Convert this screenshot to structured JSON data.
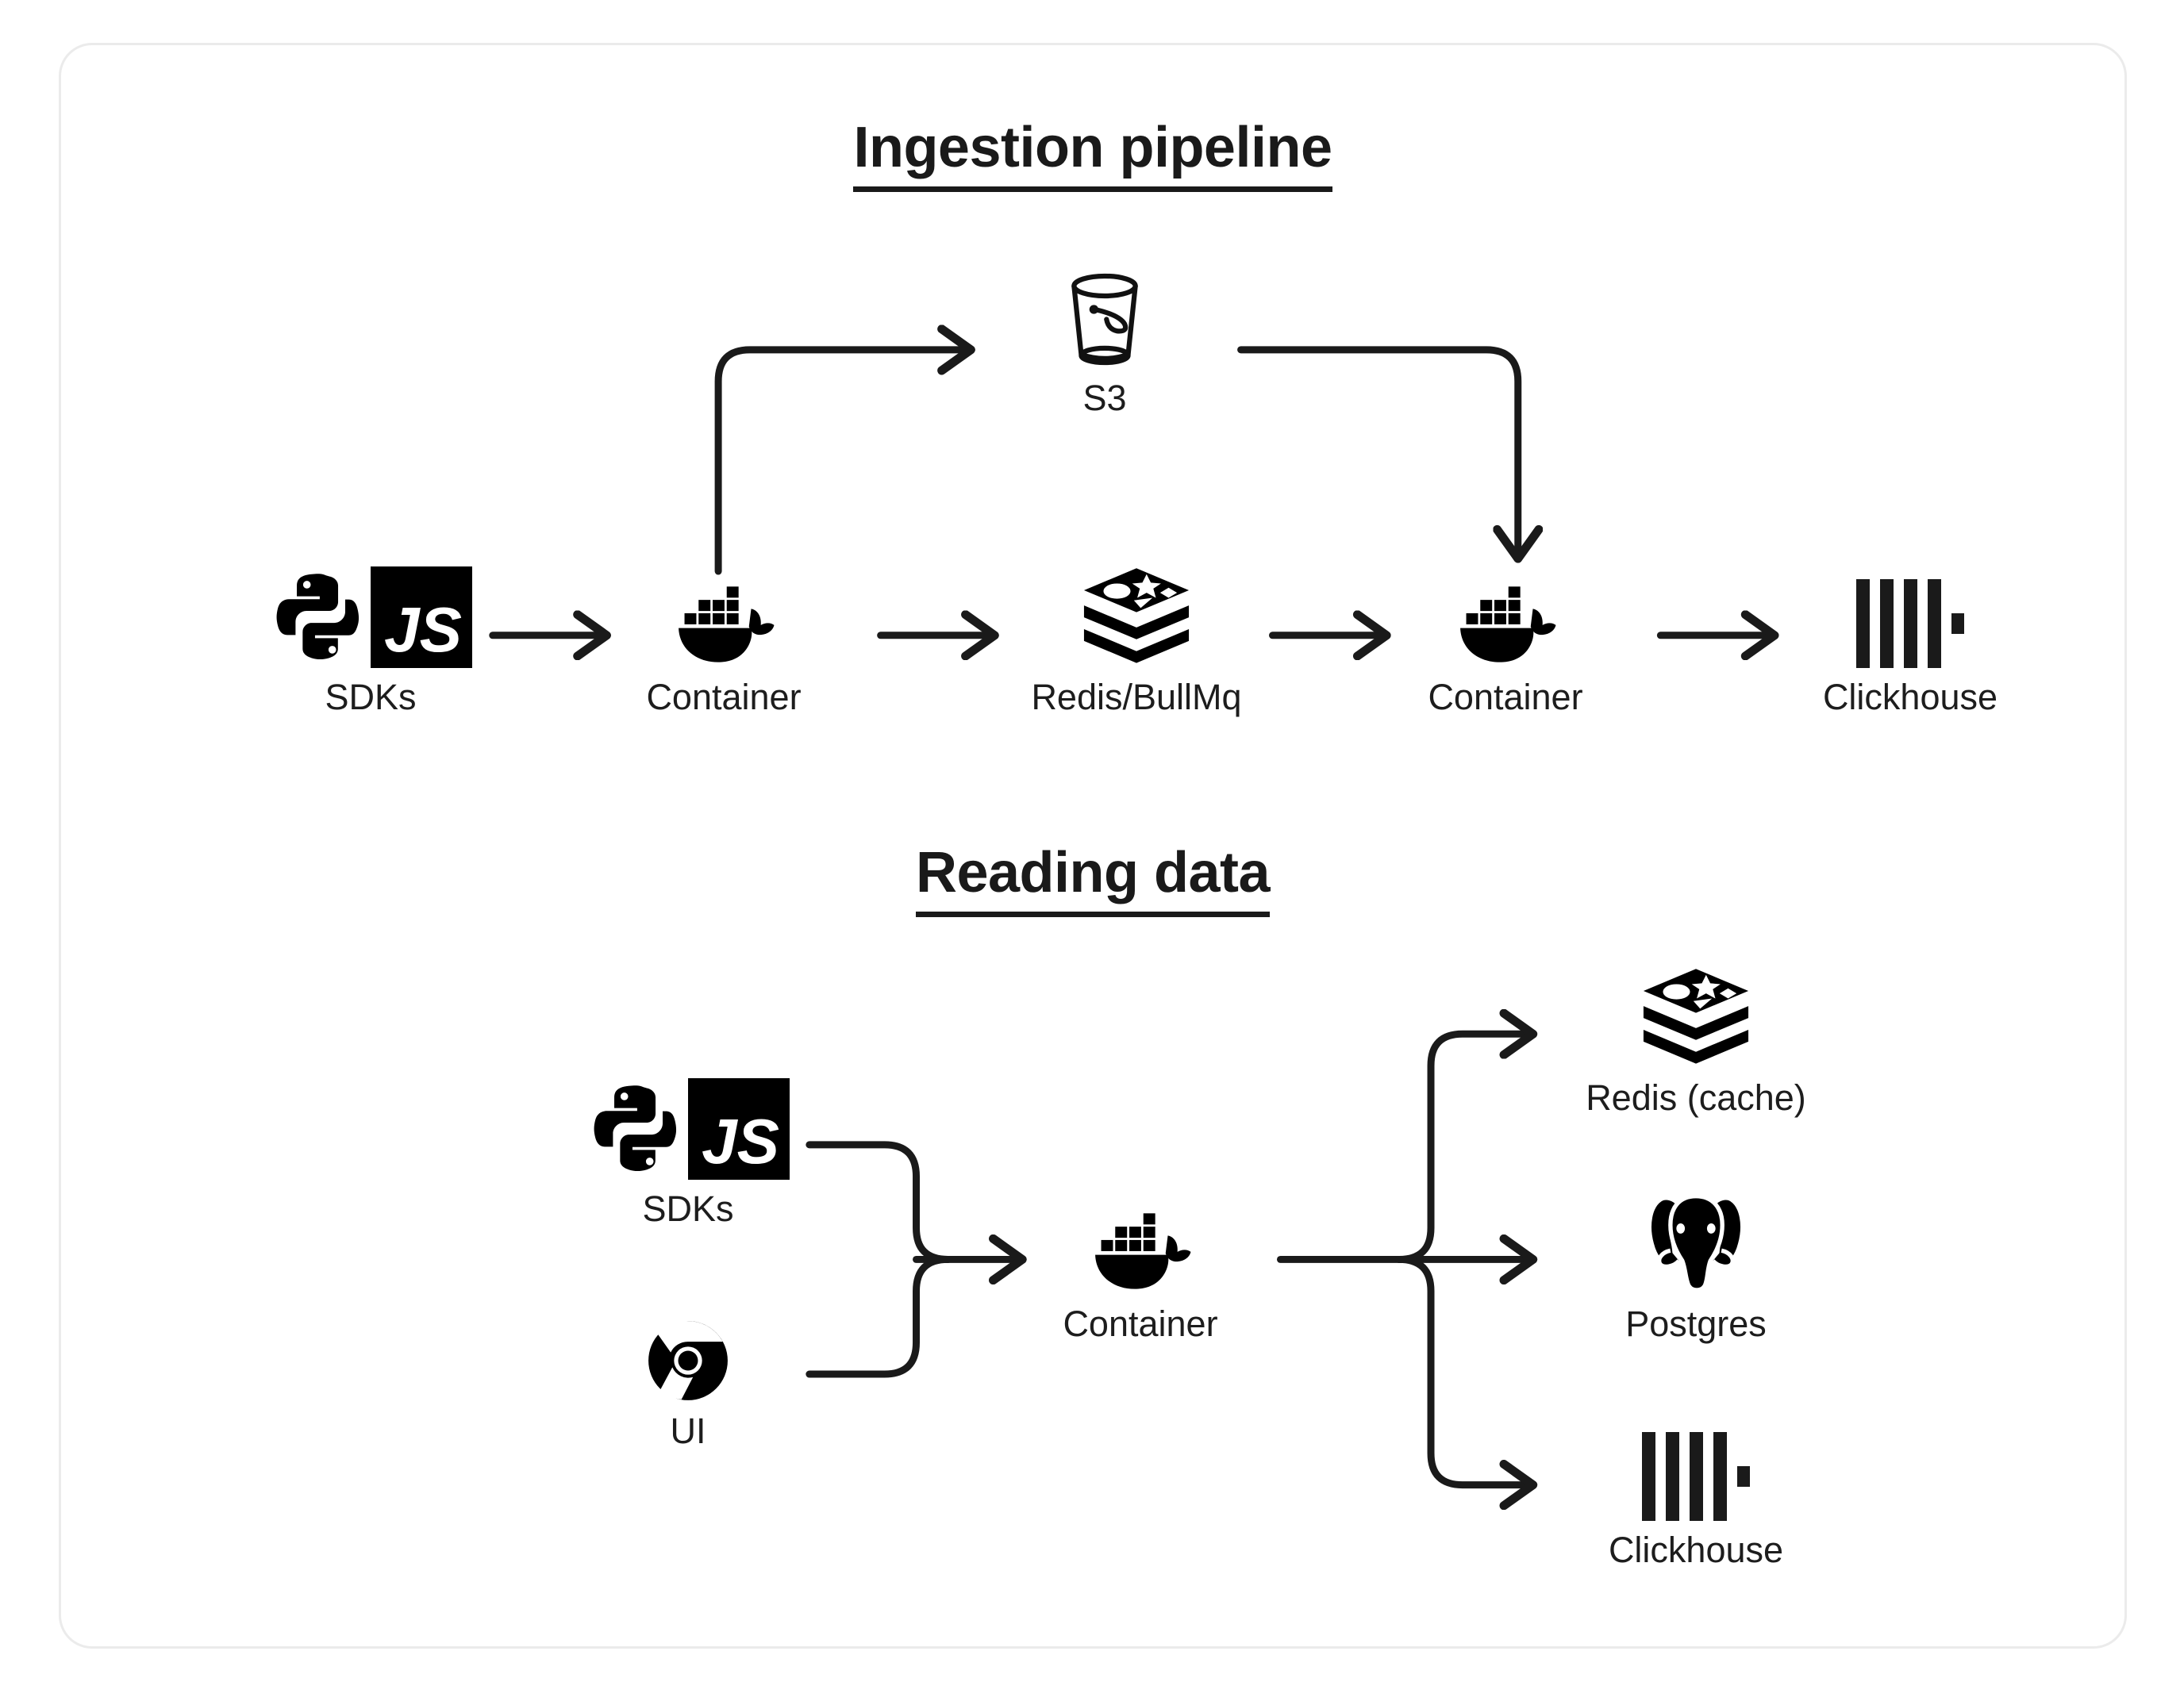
{
  "diagram": {
    "background_color": "#ffffff",
    "card_border_color": "#ebebeb",
    "ink_color": "#1a1a1a",
    "sections": [
      {
        "id": "ingestion",
        "title": "Ingestion pipeline",
        "nodes": [
          {
            "id": "sdks-1",
            "label": "SDKs",
            "icon": "python-js-sdk-icon"
          },
          {
            "id": "container-1",
            "label": "Container",
            "icon": "docker-whale-icon"
          },
          {
            "id": "s3",
            "label": "S3",
            "icon": "s3-bucket-icon"
          },
          {
            "id": "redis-bullmq",
            "label": "Redis/BullMq",
            "icon": "redis-stack-icon"
          },
          {
            "id": "container-2",
            "label": "Container",
            "icon": "docker-whale-icon"
          },
          {
            "id": "clickhouse-1",
            "label": "Clickhouse",
            "icon": "clickhouse-bars-icon"
          }
        ],
        "edges": [
          {
            "from": "sdks-1",
            "to": "container-1",
            "style": "straight-arrow"
          },
          {
            "from": "container-1",
            "to": "s3",
            "style": "elbow-up-right-arrow"
          },
          {
            "from": "container-1",
            "to": "redis-bullmq",
            "style": "straight-arrow"
          },
          {
            "from": "s3",
            "to": "container-2",
            "style": "elbow-right-down-arrow"
          },
          {
            "from": "redis-bullmq",
            "to": "container-2",
            "style": "straight-arrow"
          },
          {
            "from": "container-2",
            "to": "clickhouse-1",
            "style": "straight-arrow"
          }
        ]
      },
      {
        "id": "reading",
        "title": "Reading data",
        "nodes": [
          {
            "id": "sdks-2",
            "label": "SDKs",
            "icon": "python-js-sdk-icon"
          },
          {
            "id": "ui",
            "label": "UI",
            "icon": "chrome-browser-icon"
          },
          {
            "id": "container-3",
            "label": "Container",
            "icon": "docker-whale-icon"
          },
          {
            "id": "redis-cache",
            "label": "Redis (cache)",
            "icon": "redis-stack-icon"
          },
          {
            "id": "postgres",
            "label": "Postgres",
            "icon": "postgres-elephant-icon"
          },
          {
            "id": "clickhouse-2",
            "label": "Clickhouse",
            "icon": "clickhouse-bars-icon"
          }
        ],
        "edges": [
          {
            "from": "sdks-2",
            "to": "container-3",
            "style": "merge-arrow"
          },
          {
            "from": "ui",
            "to": "container-3",
            "style": "merge-arrow"
          },
          {
            "from": "container-3",
            "to": "redis-cache",
            "style": "fanout-up-arrow"
          },
          {
            "from": "container-3",
            "to": "postgres",
            "style": "fanout-straight-arrow"
          },
          {
            "from": "container-3",
            "to": "clickhouse-2",
            "style": "fanout-down-arrow"
          }
        ]
      }
    ],
    "js_logo_text": "JS"
  }
}
